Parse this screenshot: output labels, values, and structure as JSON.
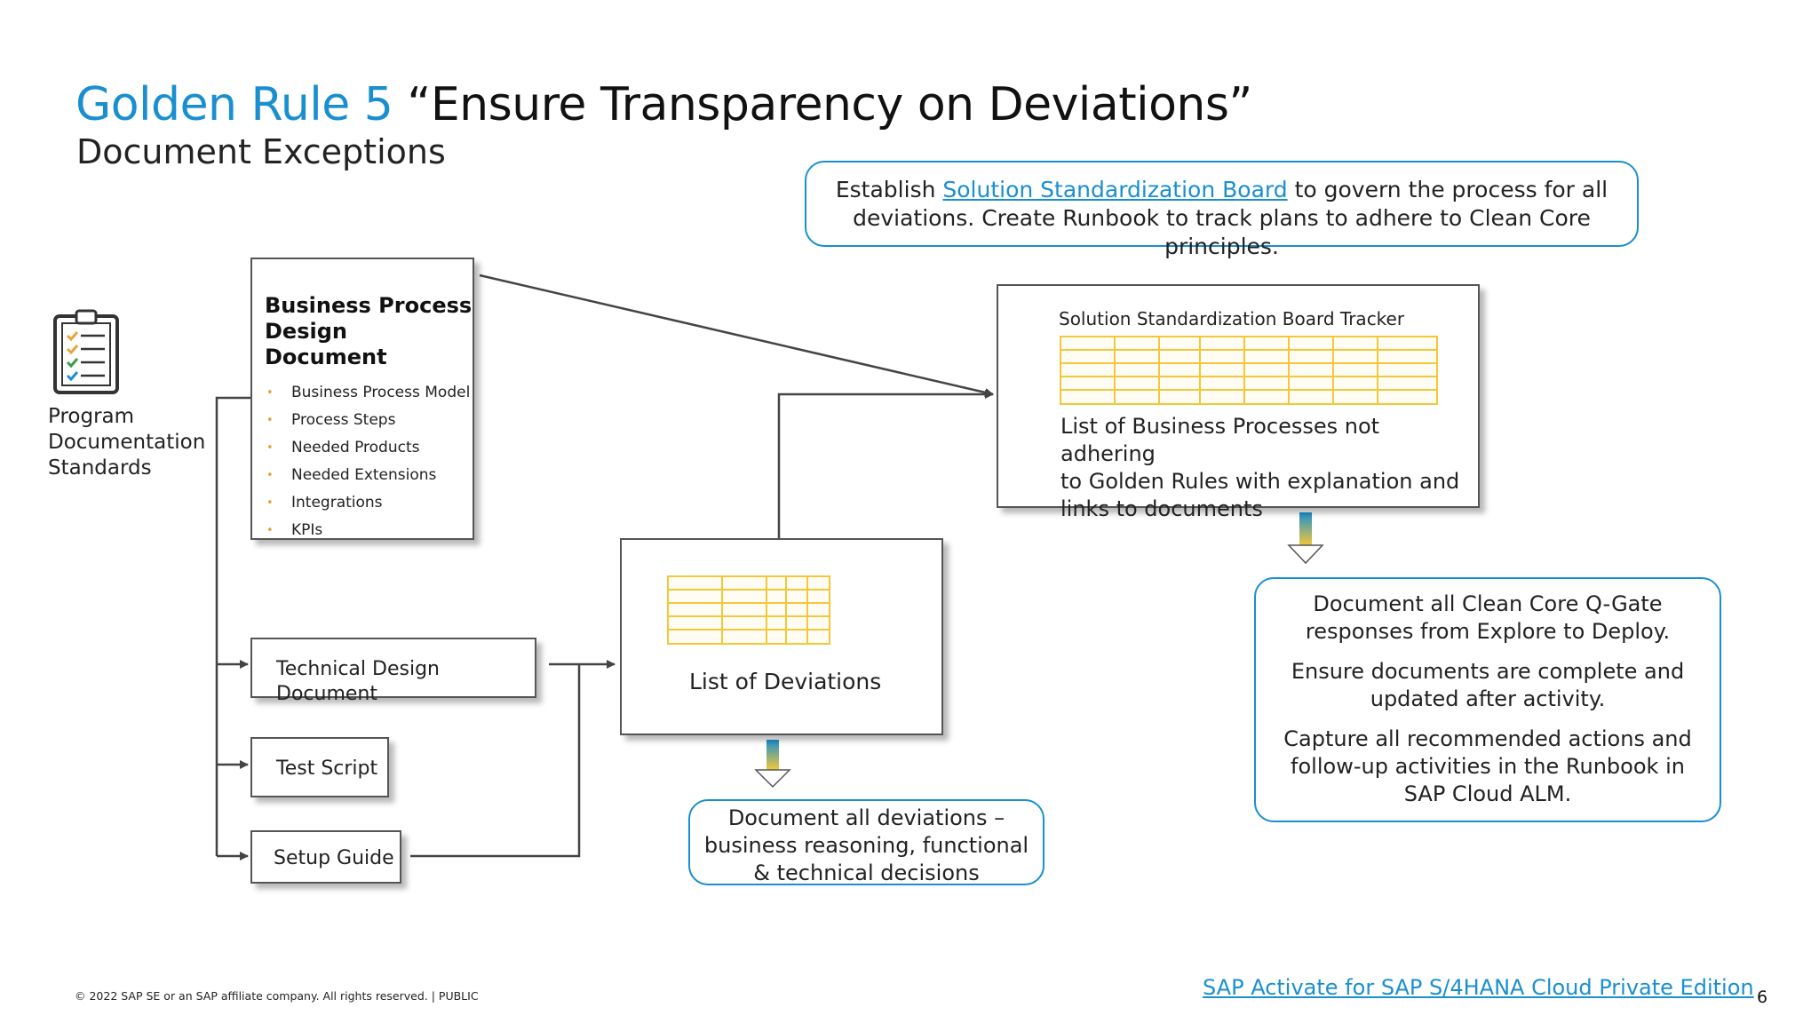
{
  "header": {
    "rule_label": "Golden Rule 5",
    "rule_quote": "“Ensure Transparency on Deviations”",
    "subtitle": "Document Exceptions"
  },
  "top_callout": {
    "pre": "Establish ",
    "link": "Solution Standardization Board",
    "post": " to govern the process for all deviations. Create Runbook to track plans to adhere to Clean Core principles."
  },
  "program_docs": {
    "label_lines": [
      "Program",
      "Documentation",
      "Standards"
    ],
    "icon": "clipboard-checklist-icon"
  },
  "bp_design_doc": {
    "title_lines": [
      "Business Process",
      "Design Document"
    ],
    "items": [
      "Business Process Model",
      "Process Steps",
      "Needed Products",
      "Needed Extensions",
      "Integrations",
      "KPIs"
    ]
  },
  "technical_design_doc": "Technical Design Document",
  "test_script": "Test Script",
  "setup_guide": "Setup Guide",
  "deviations": {
    "label": "List of Deviations",
    "callout_lines": [
      "Document all deviations –",
      "business reasoning, functional",
      "& technical decisions"
    ]
  },
  "tracker": {
    "title": "Solution Standardization Board Tracker",
    "description_lines": [
      "List of Business Processes not adhering",
      "to Golden Rules with explanation and",
      "links to documents"
    ]
  },
  "qgate_callout": {
    "p1_lines": [
      "Document all Clean Core Q-Gate",
      "responses from Explore to Deploy."
    ],
    "p2_lines": [
      "Ensure documents are complete and",
      "updated after activity."
    ],
    "p3_lines": [
      "Capture all recommended actions and",
      "follow-up activities in the Runbook in",
      "SAP Cloud ALM."
    ]
  },
  "footer": {
    "copyright": "© 2022 SAP SE or an SAP affiliate company. All rights reserved. | PUBLIC",
    "activate_link": "SAP Activate for SAP S/4HANA Cloud Private Edition",
    "page_number": "6"
  },
  "colors": {
    "accent_blue": "#1a8fd0",
    "grid_yellow": "#f2c83a",
    "arrow_gray": "#444444"
  }
}
